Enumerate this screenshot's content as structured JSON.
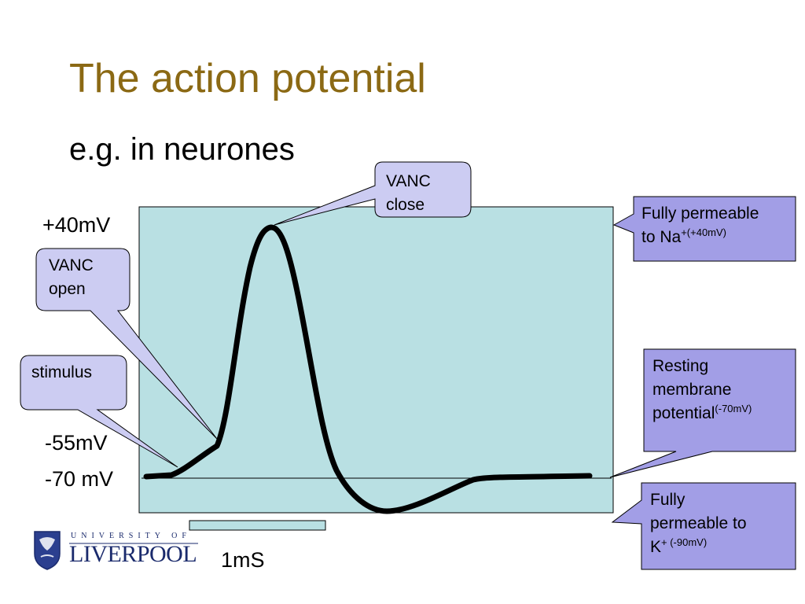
{
  "slide": {
    "title": "The action potential",
    "subtitle": "e.g. in neurones"
  },
  "voltage_labels": {
    "peak": "+40mV",
    "threshold": "-55mV",
    "resting": "-70 mV"
  },
  "callouts": {
    "vanc_close": {
      "line1": "VANC",
      "line2": "close"
    },
    "vanc_open": {
      "line1": "VANC",
      "line2": "open"
    },
    "stimulus": {
      "text": "stimulus"
    },
    "na": {
      "line1": "Fully permeable",
      "line2": "to Na",
      "sup": "+(+40mV)"
    },
    "resting": {
      "line1": "Resting",
      "line2": "membrane",
      "line3": "potential",
      "sup": "(-70mV)"
    },
    "k": {
      "line1": "Fully",
      "line2": "permeable to",
      "line3": "K",
      "sup": "+ (-90mV)"
    }
  },
  "time_scale": {
    "label": "1mS"
  },
  "logo": {
    "top_text": "UNIVERSITY OF",
    "main_text": "LIVERPOOL",
    "icon": "crest-icon"
  },
  "colors": {
    "title": "#8b6914",
    "plot_bg": "#b9e0e3",
    "callout_light": "#ccccf2",
    "callout_dark": "#a29ee6",
    "trace": "#000000"
  }
}
